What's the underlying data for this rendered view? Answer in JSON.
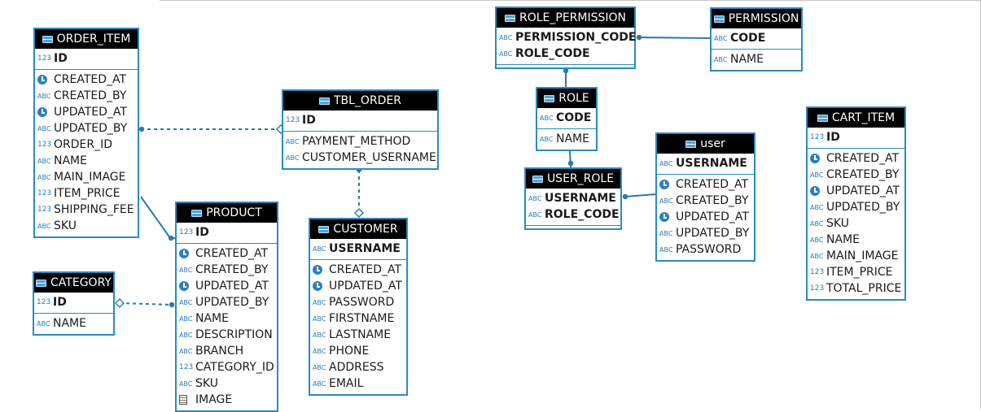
{
  "icon_legend": {
    "string": "ABC",
    "number": "123",
    "datetime": "clock-icon",
    "binary": "image-icon",
    "table": "table-icon"
  },
  "colors": {
    "border": "#2a8bc2",
    "header_bg": "#000000",
    "header_text": "#ffffff",
    "connector": "#2a7aa8",
    "type_icon": "#2a7ab5"
  },
  "tables": [
    {
      "key": "order_item",
      "title": "ORDER_ITEM",
      "sections": [
        [
          {
            "name": "ID",
            "type": "number",
            "pk": true
          }
        ],
        [
          {
            "name": "CREATED_AT",
            "type": "datetime"
          },
          {
            "name": "CREATED_BY",
            "type": "string"
          },
          {
            "name": "UPDATED_AT",
            "type": "datetime"
          },
          {
            "name": "UPDATED_BY",
            "type": "string"
          },
          {
            "name": "ORDER_ID",
            "type": "number"
          },
          {
            "name": "NAME",
            "type": "string"
          },
          {
            "name": "MAIN_IMAGE",
            "type": "string"
          },
          {
            "name": "ITEM_PRICE",
            "type": "number"
          },
          {
            "name": "SHIPPING_FEE",
            "type": "number"
          },
          {
            "name": "SKU",
            "type": "string"
          }
        ]
      ]
    },
    {
      "key": "category",
      "title": "CATEGORY",
      "sections": [
        [
          {
            "name": "ID",
            "type": "number",
            "pk": true
          }
        ],
        [
          {
            "name": "NAME",
            "type": "string"
          }
        ]
      ]
    },
    {
      "key": "product",
      "title": "PRODUCT",
      "sections": [
        [
          {
            "name": "ID",
            "type": "number",
            "pk": true
          }
        ],
        [
          {
            "name": "CREATED_AT",
            "type": "datetime"
          },
          {
            "name": "CREATED_BY",
            "type": "string"
          },
          {
            "name": "UPDATED_AT",
            "type": "datetime"
          },
          {
            "name": "UPDATED_BY",
            "type": "string"
          },
          {
            "name": "NAME",
            "type": "string"
          },
          {
            "name": "DESCRIPTION",
            "type": "string"
          },
          {
            "name": "BRANCH",
            "type": "string"
          },
          {
            "name": "CATEGORY_ID",
            "type": "number"
          },
          {
            "name": "SKU",
            "type": "string"
          },
          {
            "name": "IMAGE",
            "type": "binary"
          }
        ]
      ]
    },
    {
      "key": "tbl_order",
      "title": "TBL_ORDER",
      "sections": [
        [
          {
            "name": "ID",
            "type": "number",
            "pk": true
          }
        ],
        [
          {
            "name": "PAYMENT_METHOD",
            "type": "string"
          },
          {
            "name": "CUSTOMER_USERNAME",
            "type": "string"
          }
        ]
      ]
    },
    {
      "key": "customer",
      "title": "CUSTOMER",
      "sections": [
        [
          {
            "name": "USERNAME",
            "type": "string",
            "pk": true
          }
        ],
        [
          {
            "name": "CREATED_AT",
            "type": "datetime"
          },
          {
            "name": "UPDATED_AT",
            "type": "datetime"
          },
          {
            "name": "PASSWORD",
            "type": "string"
          },
          {
            "name": "FIRSTNAME",
            "type": "string"
          },
          {
            "name": "LASTNAME",
            "type": "string"
          },
          {
            "name": "PHONE",
            "type": "string"
          },
          {
            "name": "ADDRESS",
            "type": "string"
          },
          {
            "name": "EMAIL",
            "type": "string"
          }
        ]
      ]
    },
    {
      "key": "role_permission",
      "title": "ROLE_PERMISSION",
      "sections": [
        [
          {
            "name": "PERMISSION_CODE",
            "type": "string",
            "pk": true
          },
          {
            "name": "ROLE_CODE",
            "type": "string",
            "pk": true
          }
        ],
        []
      ]
    },
    {
      "key": "permission",
      "title": "PERMISSION",
      "sections": [
        [
          {
            "name": "CODE",
            "type": "string",
            "pk": true
          }
        ],
        [
          {
            "name": "NAME",
            "type": "string"
          }
        ]
      ]
    },
    {
      "key": "role",
      "title": "ROLE",
      "sections": [
        [
          {
            "name": "CODE",
            "type": "string",
            "pk": true
          }
        ],
        [
          {
            "name": "NAME",
            "type": "string"
          }
        ]
      ]
    },
    {
      "key": "user_role",
      "title": "USER_ROLE",
      "sections": [
        [
          {
            "name": "USERNAME",
            "type": "string",
            "pk": true
          },
          {
            "name": "ROLE_CODE",
            "type": "string",
            "pk": true
          }
        ],
        []
      ]
    },
    {
      "key": "user",
      "title": "user",
      "sections": [
        [
          {
            "name": "USERNAME",
            "type": "string",
            "pk": true
          }
        ],
        [
          {
            "name": "CREATED_AT",
            "type": "datetime"
          },
          {
            "name": "CREATED_BY",
            "type": "string"
          },
          {
            "name": "UPDATED_AT",
            "type": "datetime"
          },
          {
            "name": "UPDATED_BY",
            "type": "string"
          },
          {
            "name": "PASSWORD",
            "type": "string"
          }
        ]
      ]
    },
    {
      "key": "cart_item",
      "title": "CART_ITEM",
      "sections": [
        [
          {
            "name": "ID",
            "type": "number",
            "pk": true
          }
        ],
        [
          {
            "name": "CREATED_AT",
            "type": "datetime"
          },
          {
            "name": "CREATED_BY",
            "type": "string"
          },
          {
            "name": "UPDATED_AT",
            "type": "datetime"
          },
          {
            "name": "UPDATED_BY",
            "type": "string"
          },
          {
            "name": "SKU",
            "type": "string"
          },
          {
            "name": "NAME",
            "type": "string"
          },
          {
            "name": "MAIN_IMAGE",
            "type": "string"
          },
          {
            "name": "ITEM_PRICE",
            "type": "number"
          },
          {
            "name": "TOTAL_PRICE",
            "type": "number"
          }
        ]
      ]
    }
  ],
  "relationships": [
    {
      "key": "order_item-tbl_order",
      "from": "ORDER_ITEM",
      "to": "TBL_ORDER",
      "style": "dashed"
    },
    {
      "key": "order_item-product",
      "from": "ORDER_ITEM",
      "to": "PRODUCT",
      "style": "solid"
    },
    {
      "key": "category-product",
      "from": "CATEGORY",
      "to": "PRODUCT",
      "style": "dashed"
    },
    {
      "key": "tbl_order-customer",
      "from": "TBL_ORDER",
      "to": "CUSTOMER",
      "style": "dashed"
    },
    {
      "key": "role_permission-permission",
      "from": "ROLE_PERMISSION",
      "to": "PERMISSION",
      "style": "solid"
    },
    {
      "key": "role_permission-role",
      "from": "ROLE_PERMISSION",
      "to": "ROLE",
      "style": "solid"
    },
    {
      "key": "role-user_role",
      "from": "ROLE",
      "to": "USER_ROLE",
      "style": "solid"
    },
    {
      "key": "user_role-user",
      "from": "USER_ROLE",
      "to": "user",
      "style": "solid"
    }
  ]
}
